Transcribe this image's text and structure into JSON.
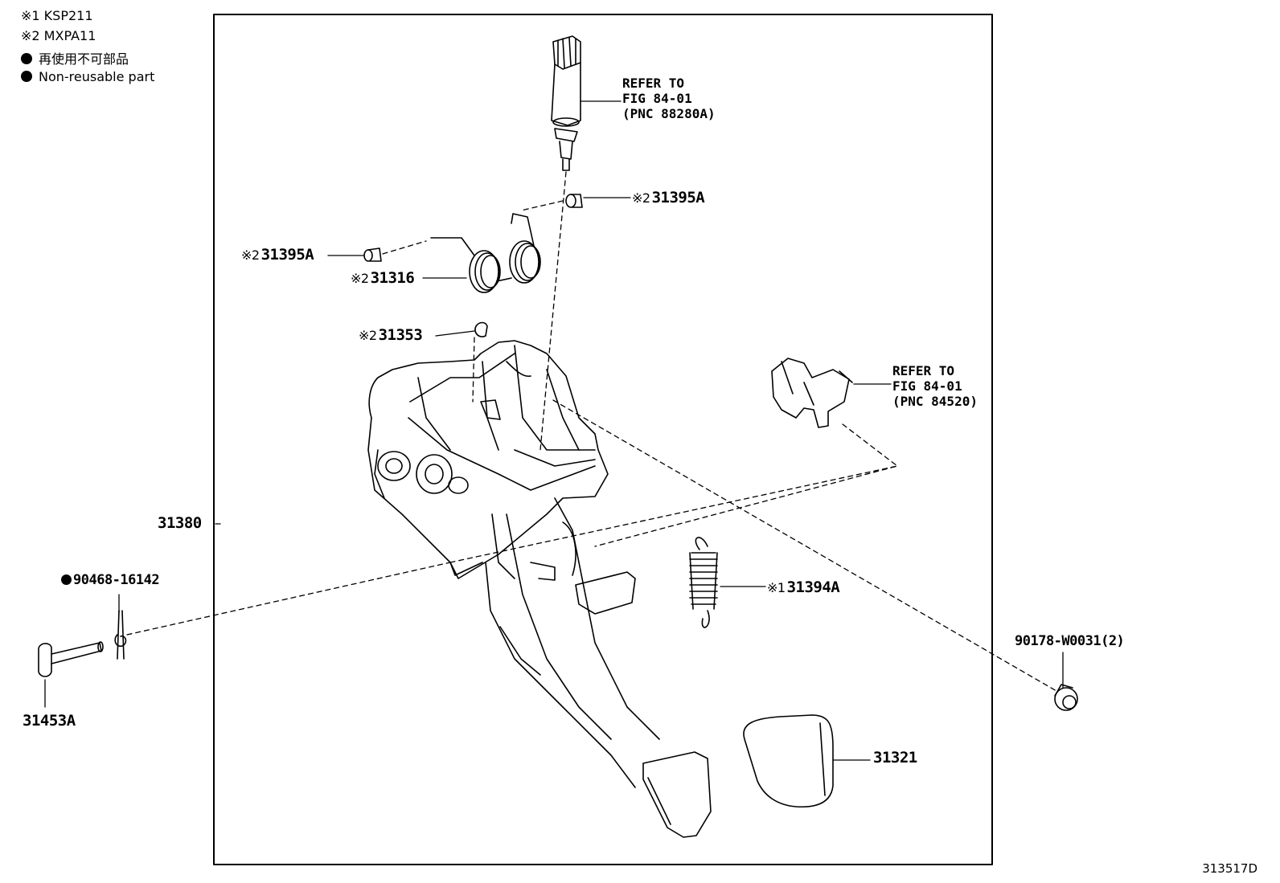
{
  "notes": {
    "note1": "※1 KSP211",
    "note2": "※2 MXPA11",
    "note3": "再使用不可部品",
    "note4": "Non-reusable part"
  },
  "labels": {
    "p31395a_top": {
      "mark": "※2",
      "num": "31395A"
    },
    "p31395a_left": {
      "mark": "※2",
      "num": "31395A"
    },
    "p31316": {
      "mark": "※2",
      "num": "31316"
    },
    "p31353": {
      "mark": "※2",
      "num": "31353"
    },
    "p31380": {
      "num": "31380"
    },
    "p90468": {
      "num": "90468-16142"
    },
    "p31453a": {
      "num": "31453A"
    },
    "p31394a": {
      "mark": "※1",
      "num": "31394A"
    },
    "p90178": {
      "num": "90178-W0031(2)"
    },
    "p31321": {
      "num": "31321"
    }
  },
  "refs": {
    "stoplamp": {
      "line1": "REFER TO",
      "line2": "FIG 84-01",
      "line3": "(PNC 88280A)"
    },
    "sensor": {
      "line1": "REFER TO",
      "line2": "FIG 84-01",
      "line3": "(PNC 84520)"
    }
  },
  "figure_id": "313517D"
}
